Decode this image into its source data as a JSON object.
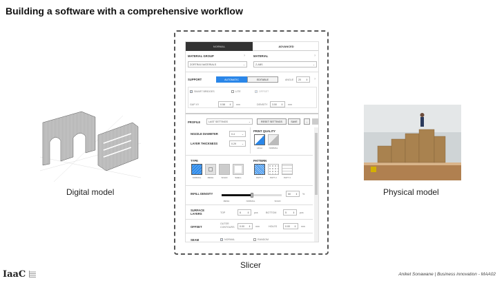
{
  "title": "Building a software with a comprehensive workflow",
  "left_caption": "Digital model",
  "right_caption": "Physical model",
  "center_caption": "Slicer",
  "footer": {
    "logo": "IaaC",
    "credit": "Aniket Sonawane | Business innovation - MAA02"
  },
  "slicer": {
    "tabs": [
      "NORMAL",
      "ADVANCED"
    ],
    "material_group_label": "MATERIAL GROUP",
    "material_group_value": "ZORTRAX MATERIALS",
    "material_label": "MATERIAL",
    "material_value": "Z-ABS",
    "help": "?",
    "support_label": "SUPPORT",
    "support_modes": [
      "AUTOMATIC",
      "EDITABLE"
    ],
    "angle_label": "ANGLE",
    "angle_value": "20",
    "smart_bridges": "SMART BRIDGES",
    "lite": "LITE",
    "offset_chk": "OFFSET",
    "gap_label": "GAP XY",
    "gap_value": "0.58",
    "density_label": "DENSITY",
    "density_value": "3.50",
    "unit_mm": "mm",
    "profile_label": "PROFILE",
    "profile_value": "LAST SETTINGS",
    "reset": "RESET SETTINGS",
    "save": "SAVE",
    "undo": "←",
    "nozzle_label": "NOZZLE DIAMETER",
    "nozzle_value": "0.4",
    "layer_label": "LAYER THICKNESS",
    "layer_value": "0.29",
    "quality_label": "PRINT QUALITY",
    "quality_opts": [
      "HIGH",
      "NORMAL"
    ],
    "type_label": "TYPE",
    "type_opts": [
      "NORMAL",
      "MESH",
      "SOLID",
      "SHELL"
    ],
    "pattern_label": "PATTERN",
    "pattern_opts": [
      "PATT 1",
      "PATT 2",
      "PATT 3"
    ],
    "infill_label": "INFILL DENSITY",
    "infill_value": "50",
    "infill_fraction": 0.5,
    "percent": "%",
    "infill_marks": [
      "MESH",
      "NORMAL",
      "SOLID"
    ],
    "surface_label": "SURFACE LAYERS",
    "top_label": "TOP",
    "top_value": "6",
    "bottom_label": "BOTTOM",
    "bottom_value": "5",
    "pcs": "pcs",
    "offset_label": "OFFSET",
    "outer_label": "OUTER CONTOURS",
    "outer_value": "0.00",
    "holes_label": "HOLES",
    "holes_value": "0.00",
    "seam_label": "SEAM",
    "seam_opts": [
      "NORMAL",
      "RANDOM"
    ]
  }
}
